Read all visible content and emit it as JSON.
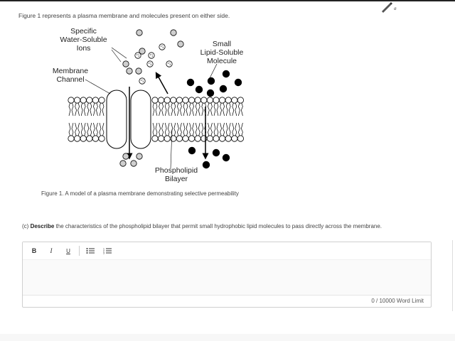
{
  "intro_text": "Figure 1 represents a plasma membrane and molecules present on either side.",
  "figure": {
    "label_specific": "Specific\nWater-Soluble\nIons",
    "label_membrane_channel": "Membrane\nChannel",
    "label_small_lipid": "Small\nLipid-Soluble\nMolecule",
    "label_phospholipid": "Phospholipid\nBilayer"
  },
  "caption": "Figure 1. A model of a plasma membrane demonstrating selective permeability",
  "question": {
    "part": "(c) ",
    "verb": "Describe",
    "text": " the characteristics of the phospholipid bilayer that permit small hydrophobic lipid molecules to pass directly across the membrane."
  },
  "editor": {
    "toolbar": {
      "bold": "B",
      "italic": "I",
      "underline": "U"
    },
    "word_limit": "0 / 10000 Word Limit"
  }
}
